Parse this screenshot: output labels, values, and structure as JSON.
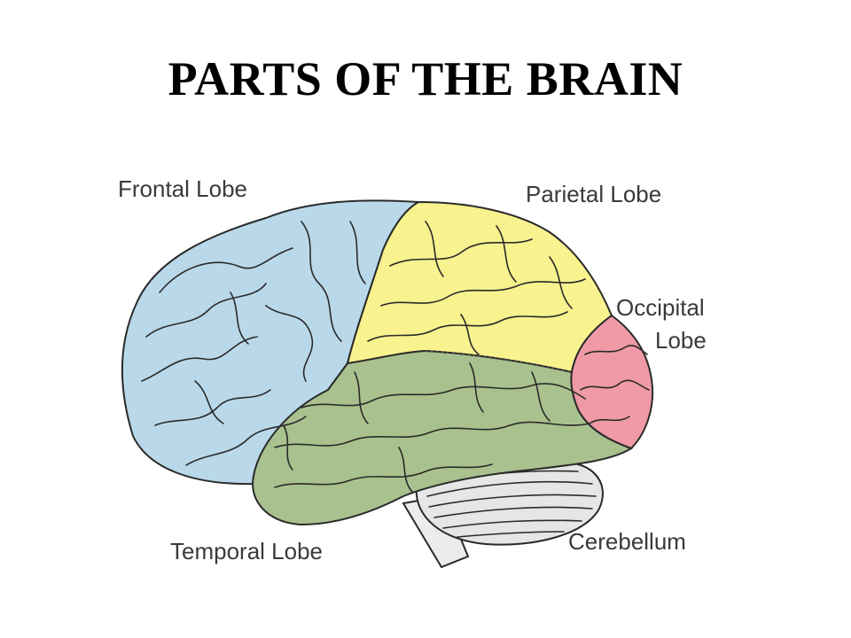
{
  "title": "PARTS OF THE BRAIN",
  "labels": {
    "frontal": "Frontal Lobe",
    "parietal": "Parietal Lobe",
    "occipital_line1": "Occipital",
    "occipital_line2": "Lobe",
    "temporal": "Temporal Lobe",
    "cerebellum": "Cerebellum"
  },
  "colors": {
    "frontal": "#b9d9ea",
    "parietal": "#f8f28f",
    "occipital": "#ef9aa6",
    "temporal": "#a9c18e",
    "cerebellum": "#e6e6e6"
  }
}
